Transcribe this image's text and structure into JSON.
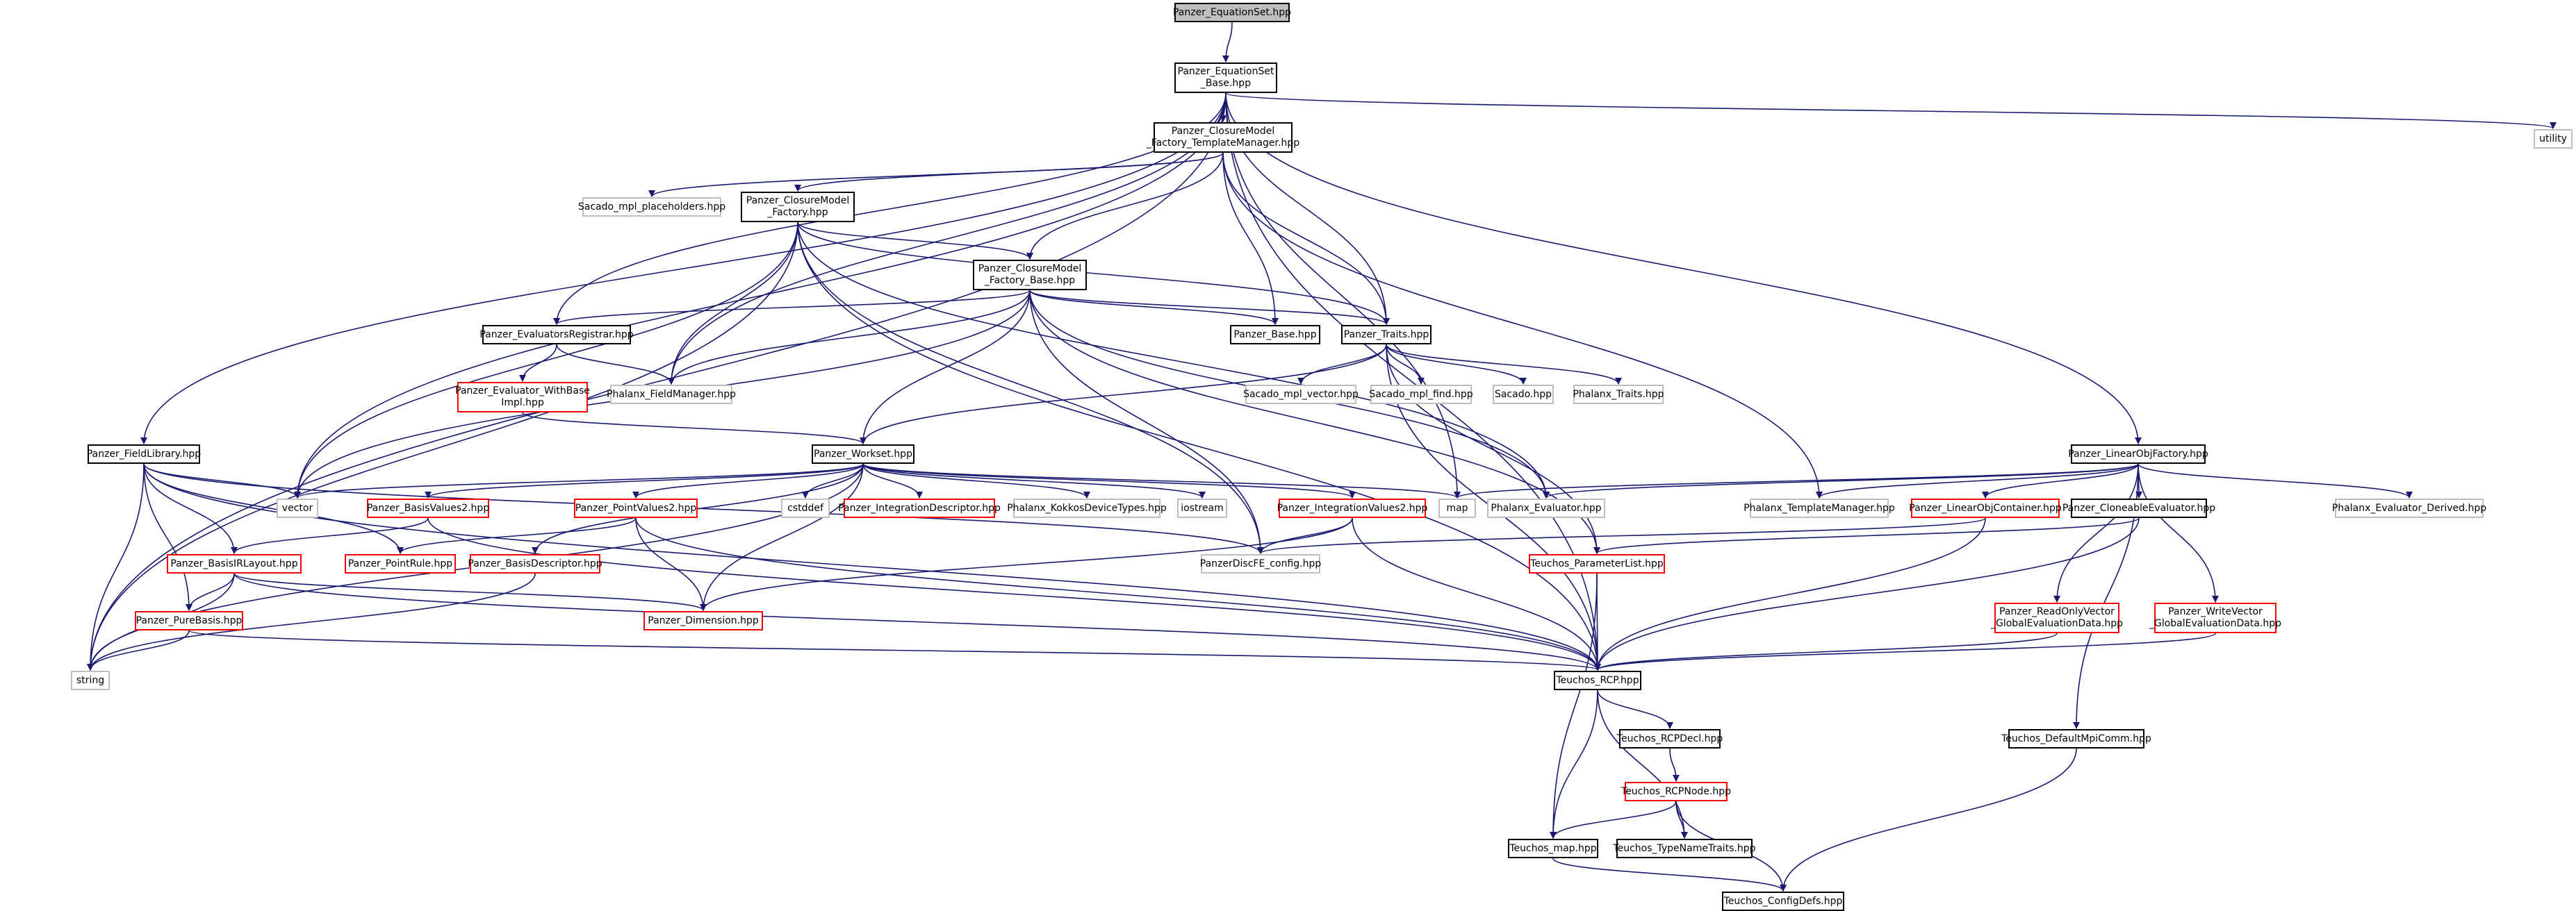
{
  "graph_title": "Panzer_EquationSet.hpp",
  "nodes": [
    {
      "id": "eqset",
      "label": "Panzer_EquationSet.hpp"
    },
    {
      "id": "eqsetbase",
      "label": "Panzer_EquationSet\n_Base.hpp"
    },
    {
      "id": "utility",
      "label": "utility"
    },
    {
      "id": "cmftm",
      "label": "Panzer_ClosureModel\n_Factory_TemplateManager.hpp"
    },
    {
      "id": "sacado_ph",
      "label": "Sacado_mpl_placeholders.hpp"
    },
    {
      "id": "cmf",
      "label": "Panzer_ClosureModel\n_Factory.hpp"
    },
    {
      "id": "cmfb",
      "label": "Panzer_ClosureModel\n_Factory_Base.hpp"
    },
    {
      "id": "evreg",
      "label": "Panzer_EvaluatorsRegistrar.hpp"
    },
    {
      "id": "base",
      "label": "Panzer_Base.hpp"
    },
    {
      "id": "traits",
      "label": "Panzer_Traits.hpp"
    },
    {
      "id": "evwbi",
      "label": "Panzer_Evaluator_WithBase\nImpl.hpp"
    },
    {
      "id": "fieldmgr",
      "label": "Phalanx_FieldManager.hpp"
    },
    {
      "id": "sacado_vec",
      "label": "Sacado_mpl_vector.hpp"
    },
    {
      "id": "sacado_find",
      "label": "Sacado_mpl_find.hpp"
    },
    {
      "id": "sacado",
      "label": "Sacado.hpp"
    },
    {
      "id": "ph_traits",
      "label": "Phalanx_Traits.hpp"
    },
    {
      "id": "fieldlib",
      "label": "Panzer_FieldLibrary.hpp"
    },
    {
      "id": "workset",
      "label": "Panzer_Workset.hpp"
    },
    {
      "id": "lof",
      "label": "Panzer_LinearObjFactory.hpp"
    },
    {
      "id": "vector",
      "label": "vector"
    },
    {
      "id": "bv2",
      "label": "Panzer_BasisValues2.hpp"
    },
    {
      "id": "cstddef",
      "label": "cstddef"
    },
    {
      "id": "intdesc",
      "label": "Panzer_IntegrationDescriptor.hpp"
    },
    {
      "id": "kokkos",
      "label": "Phalanx_KokkosDeviceTypes.hpp"
    },
    {
      "id": "iostream",
      "label": "iostream"
    },
    {
      "id": "iv2",
      "label": "Panzer_IntegrationValues2.hpp"
    },
    {
      "id": "map",
      "label": "map"
    },
    {
      "id": "ph_eval",
      "label": "Phalanx_Evaluator.hpp"
    },
    {
      "id": "ph_tm",
      "label": "Phalanx_TemplateManager.hpp"
    },
    {
      "id": "loc",
      "label": "Panzer_LinearObjContainer.hpp"
    },
    {
      "id": "cloneable",
      "label": "Panzer_CloneableEvaluator.hpp"
    },
    {
      "id": "ph_evd",
      "label": "Phalanx_Evaluator_Derived.hpp"
    },
    {
      "id": "pv2",
      "label": "Panzer_PointValues2.hpp"
    },
    {
      "id": "birl",
      "label": "Panzer_BasisIRLayout.hpp"
    },
    {
      "id": "pointrule",
      "label": "Panzer_PointRule.hpp"
    },
    {
      "id": "basisdesc",
      "label": "Panzer_BasisDescriptor.hpp"
    },
    {
      "id": "discfe",
      "label": "PanzerDiscFE_config.hpp"
    },
    {
      "id": "paramlist",
      "label": "Teuchos_ParameterList.hpp"
    },
    {
      "id": "purebasis",
      "label": "Panzer_PureBasis.hpp"
    },
    {
      "id": "dimension",
      "label": "Panzer_Dimension.hpp"
    },
    {
      "id": "rovec",
      "label": "Panzer_ReadOnlyVector\n_GlobalEvaluationData.hpp"
    },
    {
      "id": "wvec",
      "label": "Panzer_WriteVector\n_GlobalEvaluationData.hpp"
    },
    {
      "id": "string",
      "label": "string"
    },
    {
      "id": "rcp",
      "label": "Teuchos_RCP.hpp"
    },
    {
      "id": "rcpdecl",
      "label": "Teuchos_RCPDecl.hpp"
    },
    {
      "id": "mpicomm",
      "label": "Teuchos_DefaultMpiComm.hpp"
    },
    {
      "id": "rcpnode",
      "label": "Teuchos_RCPNode.hpp"
    },
    {
      "id": "tmap",
      "label": "Teuchos_map.hpp"
    },
    {
      "id": "typename",
      "label": "Teuchos_TypeNameTraits.hpp"
    },
    {
      "id": "configdefs",
      "label": "Teuchos_ConfigDefs.hpp"
    }
  ],
  "edges": [
    [
      "eqset",
      "eqsetbase"
    ],
    [
      "eqsetbase",
      "utility"
    ],
    [
      "eqsetbase",
      "cmftm"
    ],
    [
      "eqsetbase",
      "string"
    ],
    [
      "eqsetbase",
      "fieldlib"
    ],
    [
      "eqsetbase",
      "vector"
    ],
    [
      "eqsetbase",
      "fieldmgr"
    ],
    [
      "eqsetbase",
      "evreg"
    ],
    [
      "eqsetbase",
      "traits"
    ],
    [
      "eqsetbase",
      "map"
    ],
    [
      "eqsetbase",
      "lof"
    ],
    [
      "eqsetbase",
      "rcp"
    ],
    [
      "cmftm",
      "sacado_ph"
    ],
    [
      "cmftm",
      "cmf"
    ],
    [
      "cmftm",
      "cmfb"
    ],
    [
      "cmftm",
      "base"
    ],
    [
      "cmftm",
      "traits"
    ],
    [
      "cmftm",
      "ph_tm"
    ],
    [
      "cmf",
      "string"
    ],
    [
      "cmf",
      "vector"
    ],
    [
      "cmf",
      "fieldmgr"
    ],
    [
      "cmf",
      "cmfb"
    ],
    [
      "cmf",
      "traits"
    ],
    [
      "cmf",
      "rcp"
    ],
    [
      "cmf",
      "discfe"
    ],
    [
      "cmf",
      "ph_eval"
    ],
    [
      "cmfb",
      "evreg"
    ],
    [
      "cmfb",
      "fieldmgr"
    ],
    [
      "cmfb",
      "vector"
    ],
    [
      "cmfb",
      "base"
    ],
    [
      "cmfb",
      "traits"
    ],
    [
      "cmfb",
      "workset"
    ],
    [
      "cmfb",
      "discfe"
    ],
    [
      "cmfb",
      "ph_eval"
    ],
    [
      "cmfb",
      "paramlist"
    ],
    [
      "evreg",
      "fieldmgr"
    ],
    [
      "evreg",
      "evwbi"
    ],
    [
      "evwbi",
      "workset"
    ],
    [
      "traits",
      "sacado_vec"
    ],
    [
      "traits",
      "sacado_find"
    ],
    [
      "traits",
      "sacado"
    ],
    [
      "traits",
      "ph_traits"
    ],
    [
      "traits",
      "workset"
    ],
    [
      "traits",
      "rcp"
    ],
    [
      "traits",
      "paramlist"
    ],
    [
      "fieldlib",
      "vector"
    ],
    [
      "fieldlib",
      "birl"
    ],
    [
      "fieldlib",
      "pointrule"
    ],
    [
      "fieldlib",
      "purebasis"
    ],
    [
      "fieldlib",
      "string"
    ],
    [
      "fieldlib",
      "rcp"
    ],
    [
      "fieldlib",
      "discfe"
    ],
    [
      "workset",
      "vector"
    ],
    [
      "workset",
      "bv2"
    ],
    [
      "workset",
      "cstddef"
    ],
    [
      "workset",
      "intdesc"
    ],
    [
      "workset",
      "kokkos"
    ],
    [
      "workset",
      "iostream"
    ],
    [
      "workset",
      "iv2"
    ],
    [
      "workset",
      "map"
    ],
    [
      "workset",
      "pv2"
    ],
    [
      "workset",
      "basisdesc"
    ],
    [
      "workset",
      "dimension"
    ],
    [
      "workset",
      "string"
    ],
    [
      "bv2",
      "birl"
    ],
    [
      "bv2",
      "rcp"
    ],
    [
      "pv2",
      "pointrule"
    ],
    [
      "pv2",
      "dimension"
    ],
    [
      "pv2",
      "rcp"
    ],
    [
      "iv2",
      "discfe"
    ],
    [
      "iv2",
      "dimension"
    ],
    [
      "iv2",
      "rcp"
    ],
    [
      "birl",
      "purebasis"
    ],
    [
      "birl",
      "dimension"
    ],
    [
      "birl",
      "string"
    ],
    [
      "birl",
      "rcp"
    ],
    [
      "purebasis",
      "string"
    ],
    [
      "purebasis",
      "rcp"
    ],
    [
      "basisdesc",
      "string"
    ],
    [
      "lof",
      "map"
    ],
    [
      "lof",
      "ph_tm"
    ],
    [
      "lof",
      "loc"
    ],
    [
      "lof",
      "cloneable"
    ],
    [
      "lof",
      "ph_evd"
    ],
    [
      "lof",
      "rovec"
    ],
    [
      "lof",
      "wvec"
    ],
    [
      "lof",
      "mpicomm"
    ],
    [
      "lof",
      "ph_eval"
    ],
    [
      "loc",
      "discfe"
    ],
    [
      "loc",
      "rcp"
    ],
    [
      "cloneable",
      "paramlist"
    ],
    [
      "cloneable",
      "rcp"
    ],
    [
      "paramlist",
      "rcp"
    ],
    [
      "paramlist",
      "tmap"
    ],
    [
      "rovec",
      "rcp"
    ],
    [
      "wvec",
      "rcp"
    ],
    [
      "rcp",
      "rcpdecl"
    ],
    [
      "rcp",
      "tmap"
    ],
    [
      "rcp",
      "typename"
    ],
    [
      "rcpdecl",
      "rcpnode"
    ],
    [
      "rcpnode",
      "tmap"
    ],
    [
      "rcpnode",
      "typename"
    ],
    [
      "rcpnode",
      "configdefs"
    ],
    [
      "tmap",
      "configdefs"
    ],
    [
      "mpicomm",
      "configdefs"
    ]
  ],
  "colors": {
    "edge": "#191970",
    "border_black": "#000000",
    "border_red": "#ff0000",
    "border_gray": "#bfbfbf",
    "root_fill": "#bfbfbf"
  }
}
